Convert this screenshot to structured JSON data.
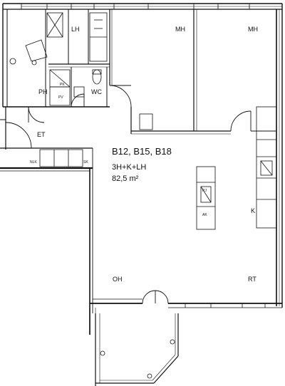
{
  "plan": {
    "units": "B12, B15, B18",
    "layout_type": "3H+K+LH",
    "area": "82,5 m²"
  },
  "rooms": {
    "mh1": "MH",
    "mh2": "MH",
    "lh": "LH",
    "ph": "PH",
    "wc": "WC",
    "et": "ET",
    "k": "K",
    "oh": "OH",
    "rt": "RT"
  },
  "fixtures": {
    "nlk": "NLK",
    "sk": "SK",
    "pk": "PK",
    "pv": "PV",
    "pj": "PJ",
    "ak": "AK"
  },
  "colors": {
    "ink": "#111111",
    "paper": "#ffffff"
  }
}
